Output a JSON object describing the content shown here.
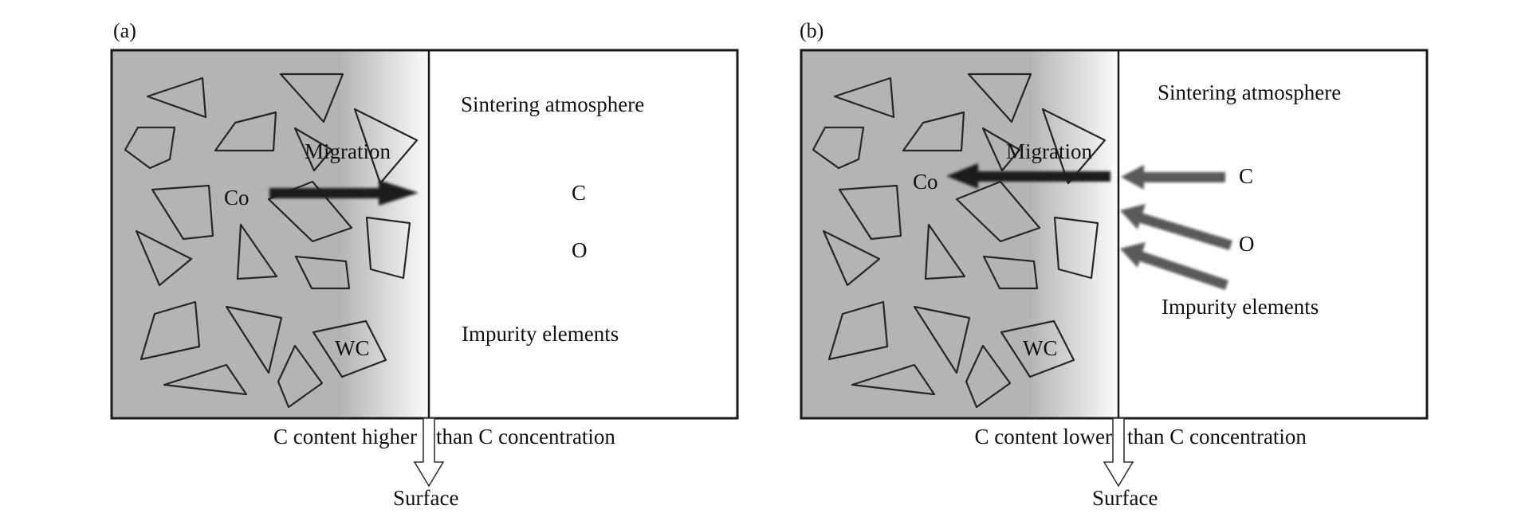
{
  "figure": {
    "panels": [
      {
        "id": "a",
        "label": "(a)",
        "particle_label": "WC",
        "binder_label": "Co",
        "migration_label": "Migration",
        "migration_direction": "outward",
        "atmosphere_title": "Sintering atmosphere",
        "species": [
          "C",
          "O"
        ],
        "impurity_label": "Impurity elements",
        "species_arrows": false,
        "caption_left": "C content higher",
        "caption_right": "than C concentration",
        "surface_label": "Surface"
      },
      {
        "id": "b",
        "label": "(b)",
        "particle_label": "WC",
        "binder_label": "Co",
        "migration_label": "Migration",
        "migration_direction": "inward",
        "atmosphere_title": "Sintering atmosphere",
        "species": [
          "C",
          "O"
        ],
        "impurity_label": "Impurity elements",
        "species_arrows": true,
        "caption_left": "C content lower",
        "caption_right": "than C concentration",
        "surface_label": "Surface"
      }
    ],
    "colors": {
      "matrix_gray": "#b4b4b4",
      "border": "#1a1a1a",
      "arrow_dark": "#1e1e1e",
      "arrow_gray": "#5a5a5a",
      "background": "#ffffff"
    }
  }
}
